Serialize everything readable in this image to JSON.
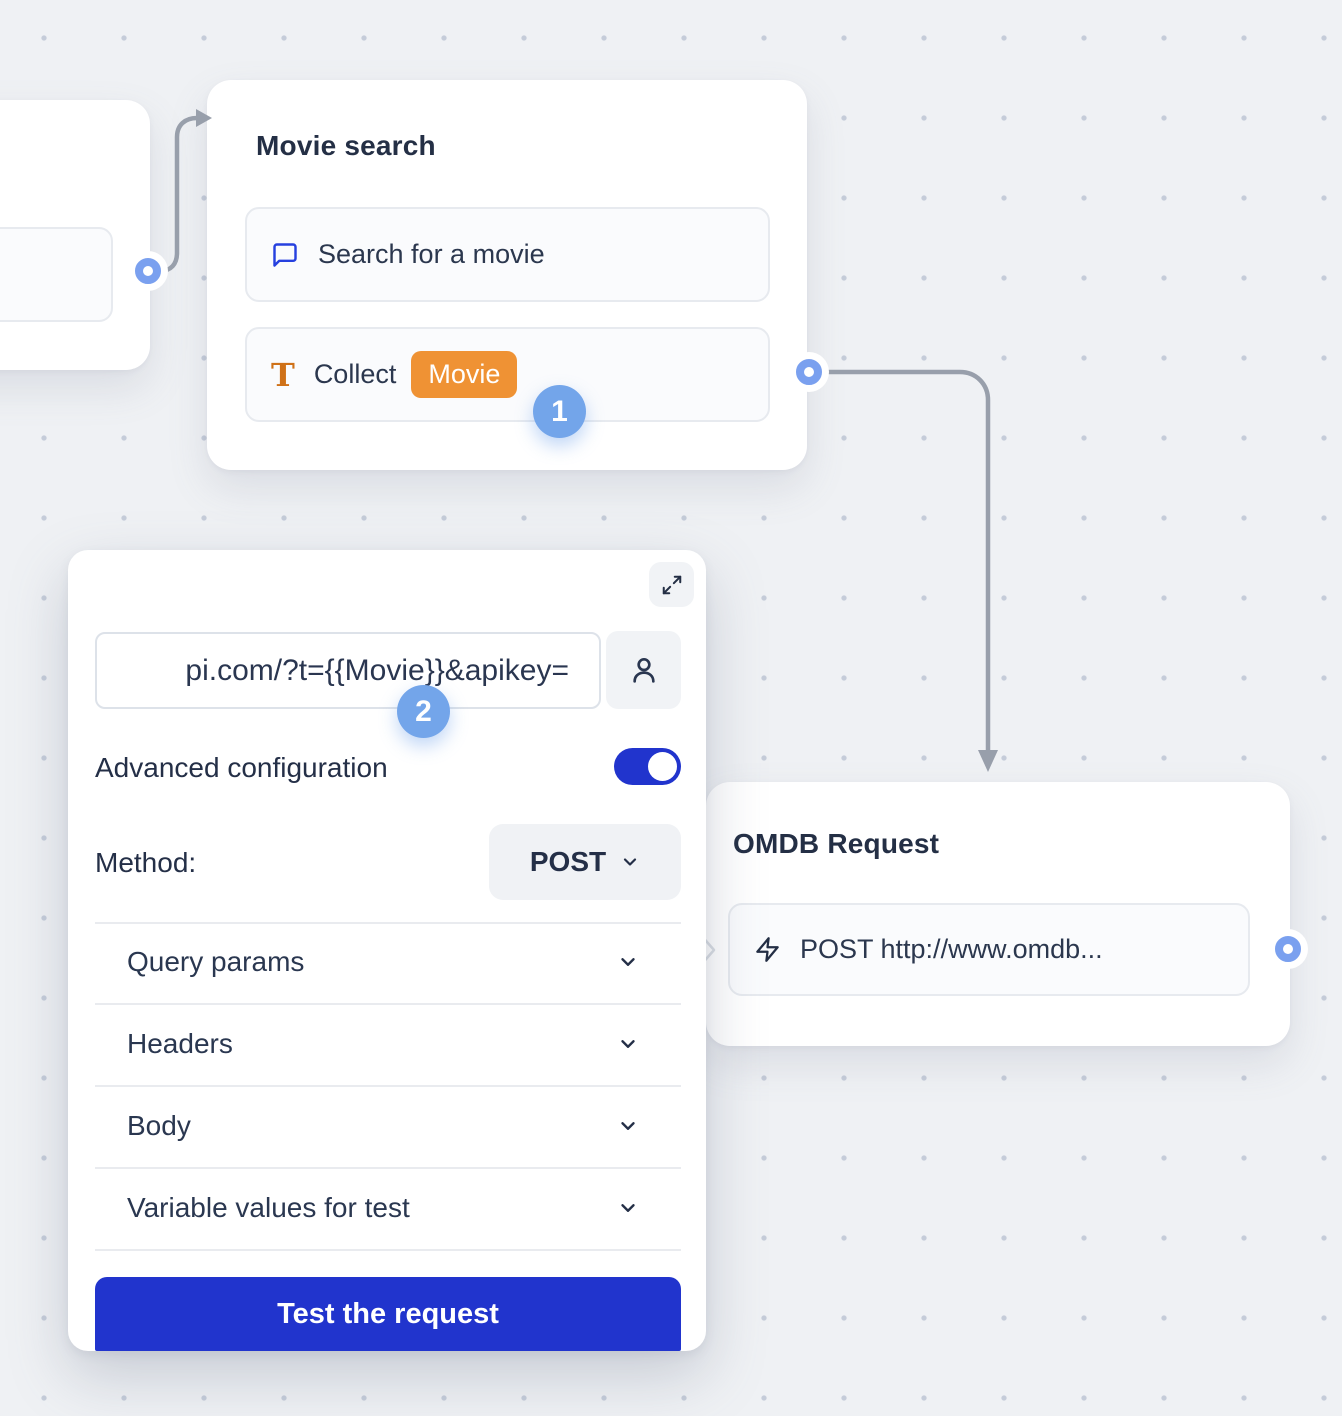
{
  "canvas": {
    "background_color": "#eff1f4",
    "dot_color": "#c5ccd9",
    "wire_color": "#989fab",
    "port_color": "#7aa0ef"
  },
  "annotations": {
    "step1": "1",
    "step2": "2"
  },
  "nodes": {
    "movie_search": {
      "title": "Movie search",
      "items": [
        {
          "icon": "chat-bubble-icon",
          "label": "Search for a movie"
        },
        {
          "icon": "text-collect-icon",
          "label": "Collect",
          "variable": "Movie"
        }
      ]
    },
    "omdb_request": {
      "title": "OMDB Request",
      "items": [
        {
          "icon": "lightning-icon",
          "label": "POST http://www.omdb..."
        }
      ]
    }
  },
  "webhook_panel": {
    "url_value": "pi.com/?t={{Movie}}&apikey=",
    "advanced_configuration_label": "Advanced configuration",
    "advanced_configuration_enabled": true,
    "method_label": "Method:",
    "method_value": "POST",
    "sections": [
      {
        "label": "Query params"
      },
      {
        "label": "Headers"
      },
      {
        "label": "Body"
      },
      {
        "label": "Variable values for test"
      }
    ],
    "test_button_label": "Test the request"
  },
  "colors": {
    "accent_blue": "#2134cd",
    "icon_blue": "#2640df",
    "orange_chip": "#ef9234",
    "orange_icon": "#cf7118",
    "step_badge_blue": "#73a5ea",
    "text_dark": "#242f45"
  }
}
